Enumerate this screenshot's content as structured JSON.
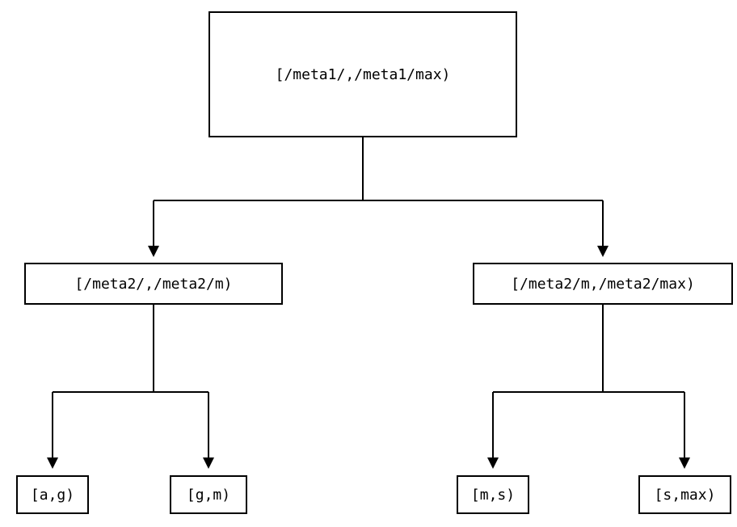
{
  "diagram": {
    "type": "interval-partition-tree",
    "root": {
      "label": "[/meta1/,/meta1/max)"
    },
    "level2": [
      {
        "label": "[/meta2/,/meta2/m)"
      },
      {
        "label": "[/meta2/m,/meta2/max)"
      }
    ],
    "leaves": [
      {
        "label": "[a,g)"
      },
      {
        "label": "[g,m)"
      },
      {
        "label": "[m,s)"
      },
      {
        "label": "[s,max)"
      }
    ],
    "line_color": "#000000",
    "background_color": "#ffffff"
  }
}
